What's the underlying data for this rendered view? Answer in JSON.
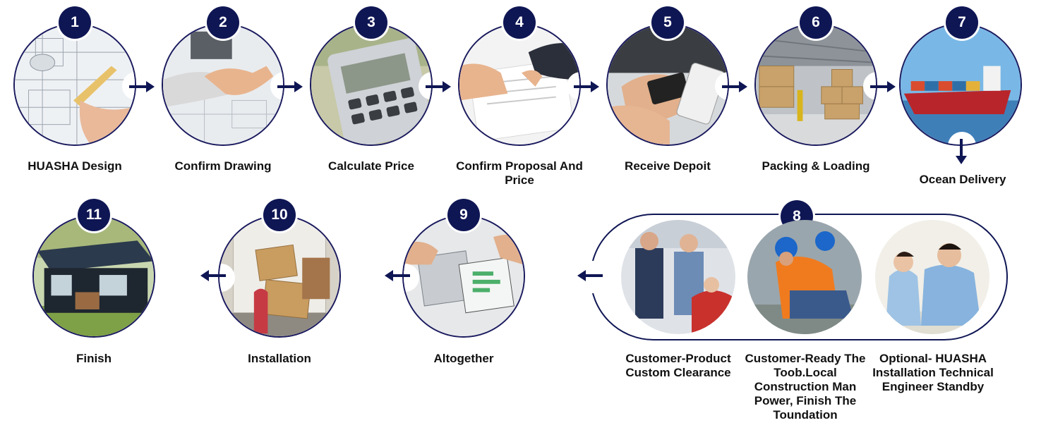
{
  "steps": [
    {
      "num": "1",
      "label": "HUASHA Design"
    },
    {
      "num": "2",
      "label": "Confirm Drawing"
    },
    {
      "num": "3",
      "label": "Calculate Price"
    },
    {
      "num": "4",
      "label": "Confirm Proposal And Price"
    },
    {
      "num": "5",
      "label": "Receive Depoit"
    },
    {
      "num": "6",
      "label": "Packing & Loading"
    },
    {
      "num": "7",
      "label": "Ocean Delivery"
    },
    {
      "num": "8",
      "label": ""
    },
    {
      "num": "9",
      "label": "Altogether"
    },
    {
      "num": "10",
      "label": "Installation"
    },
    {
      "num": "11",
      "label": "Finish"
    }
  ],
  "step8_items": [
    {
      "label": "Customer-Product Custom Clearance"
    },
    {
      "label": "Customer-Ready The Toob.Local Construction Man Power, Finish The Toundation"
    },
    {
      "label": "Optional- HUASHA Installation Technical Engineer Standby"
    }
  ],
  "colors": {
    "accent": "#0f1654",
    "arrow": "#0f1654"
  }
}
